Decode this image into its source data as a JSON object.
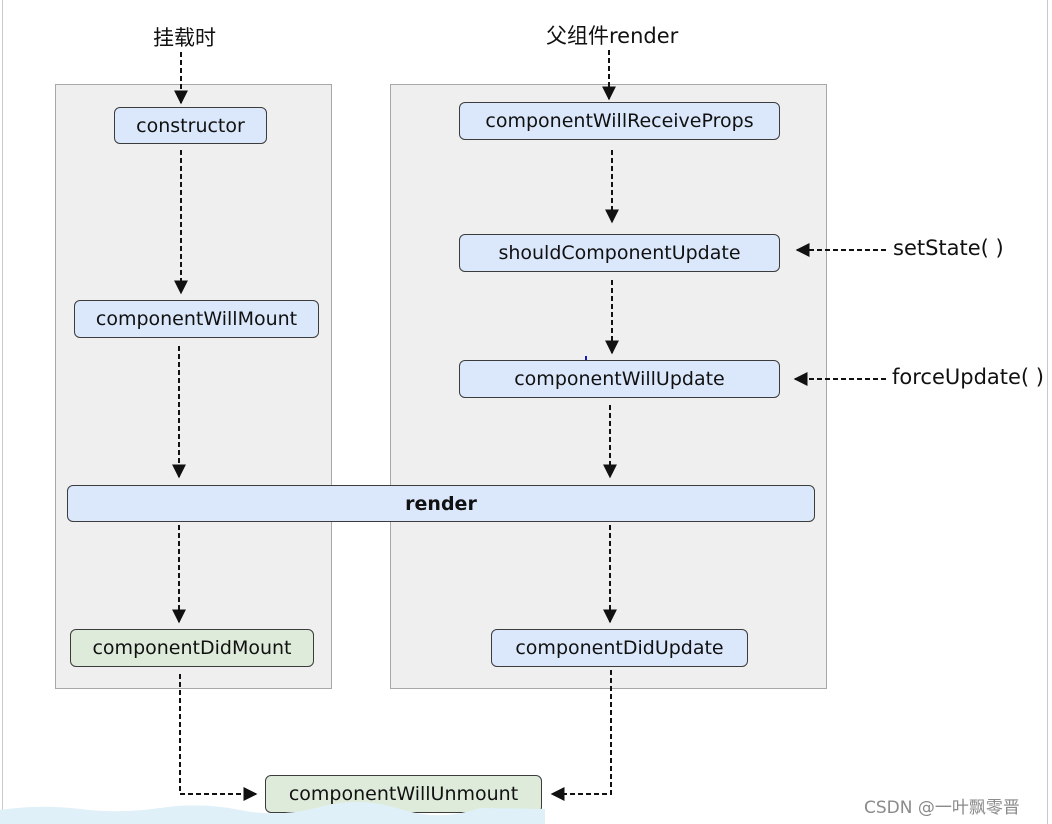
{
  "top_labels": {
    "mount": "挂载时",
    "parent_render": "父组件render"
  },
  "side_triggers": {
    "set_state": "setState( )",
    "force_update": "forceUpdate( )"
  },
  "nodes": {
    "constructor": "constructor",
    "component_will_mount": "componentWillMount",
    "render": "render",
    "component_did_mount": "componentDidMount",
    "component_will_receive_props": "componentWillReceiveProps",
    "should_component_update": "shouldComponentUpdate",
    "component_will_update": "componentWillUpdate",
    "component_did_update": "componentDidUpdate",
    "component_will_unmount": "componentWillUnmount"
  },
  "watermark": "CSDN @一叶飘零晋",
  "colors": {
    "method_fill": "#dbe8fb",
    "mount_done_fill": "#deebdb",
    "panel_fill": "#efefef"
  }
}
